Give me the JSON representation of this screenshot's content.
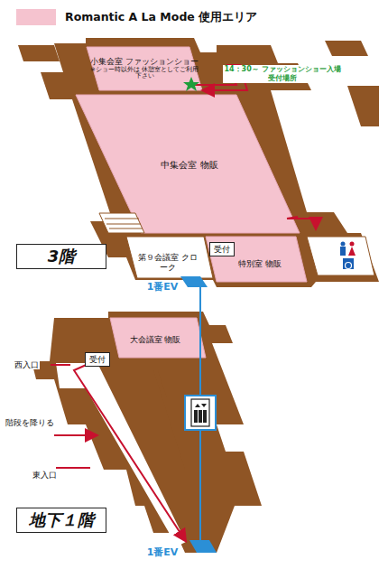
{
  "diagram": {
    "nodes": [
      {
        "text": [
          "小集会室 ファッションショー",
          "※ショー時以外は 休憩室としてご利用下さい"
        ]
      },
      {
        "text": [
          "中集会室 物販"
        ]
      },
      {
        "text": [
          "受付"
        ]
      },
      {
        "text": [
          "3階"
        ]
      },
      {
        "text": [
          "第９会議室 クローク"
        ]
      },
      {
        "text": [
          "特別室 物販"
        ]
      },
      {
        "text": [
          "大会議室 物販"
        ]
      },
      {
        "text": [
          "受付"
        ]
      },
      {
        "text": [
          "地下１階"
        ]
      }
    ],
    "labels": [
      "14：30～ ファッションショー入場受付場所",
      "1番EV",
      "西入口",
      "階段を降りる",
      "東入口",
      "1番EV"
    ],
    "legend": [
      {
        "text": "Romantic A La Mode 使用エリア",
        "color": "#f5c3cf"
      }
    ]
  }
}
